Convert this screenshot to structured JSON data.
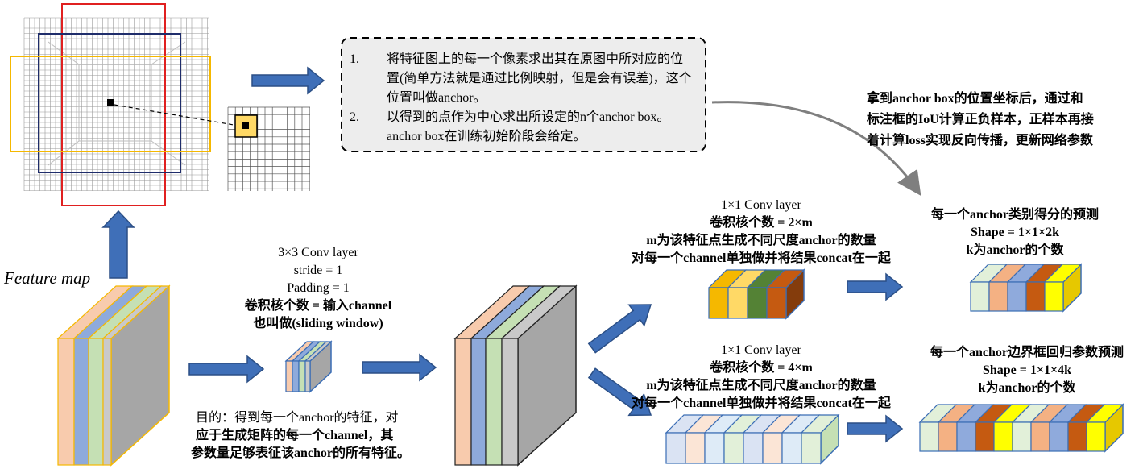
{
  "feature_map_label": "Feature map",
  "note_box": {
    "items": [
      {
        "num": "1.",
        "text": "将特征图上的每一个像素求出其在原图中所对应的位置(简单方法就是通过比例映射，但是会有误差)，这个位置叫做anchor。"
      },
      {
        "num": "2.",
        "text": "以得到的点作为中心求出所设定的n个anchor box。 anchor box在训练初始阶段会给定。"
      }
    ]
  },
  "right_note": [
    "拿到anchor box的位置坐标后，通过和",
    "标注框的IoU计算正负样本，正样本再接",
    "着计算loss实现反向传播，更新网络参数"
  ],
  "conv3": {
    "title": "3×3 Conv layer",
    "stride": "stride = 1",
    "padding": "Padding = 1",
    "kernels": "卷积核个数 = 输入channel",
    "alias": "也叫做(sliding window)"
  },
  "purpose": [
    "目的：得到每一个anchor的特征，对",
    "应于生成矩阵的每一个channel，其",
    "参数量足够表征该anchor的所有特征。"
  ],
  "conv1_cls": {
    "title": "1×1 Conv layer",
    "kernels": "卷积核个数 = 2×m",
    "m_desc": "m为该特征点生成不同尺度anchor的数量",
    "concat": "对每一个channel单独做并将结果concat在一起"
  },
  "conv1_reg": {
    "title": "1×1 Conv layer",
    "kernels": "卷积核个数 = 4×m",
    "m_desc": "m为该特征点生成不同尺度anchor的数量",
    "concat": "对每一个channel单独做并将结果concat在一起"
  },
  "cls_out": {
    "title": "每一个anchor类别得分的预测",
    "shape": "Shape = 1×1×2k",
    "k_desc": "k为anchor的个数"
  },
  "reg_out": {
    "title": "每一个anchor边界框回归参数预测",
    "shape": "Shape = 1×1×4k",
    "k_desc": "k为anchor的个数"
  },
  "colors": {
    "arrow": "#3f6fb8",
    "arrow_stroke": "#2b4f86",
    "red": "#e02020",
    "navy": "#1f2d6b",
    "yellow": "#f5b800",
    "orange_cell": "#f8cbad",
    "blue_cell": "#8eaadb",
    "green_cell": "#c5e0b4",
    "grey_cell": "#c9c9c9",
    "dark_grey": "#a6a6a6"
  }
}
